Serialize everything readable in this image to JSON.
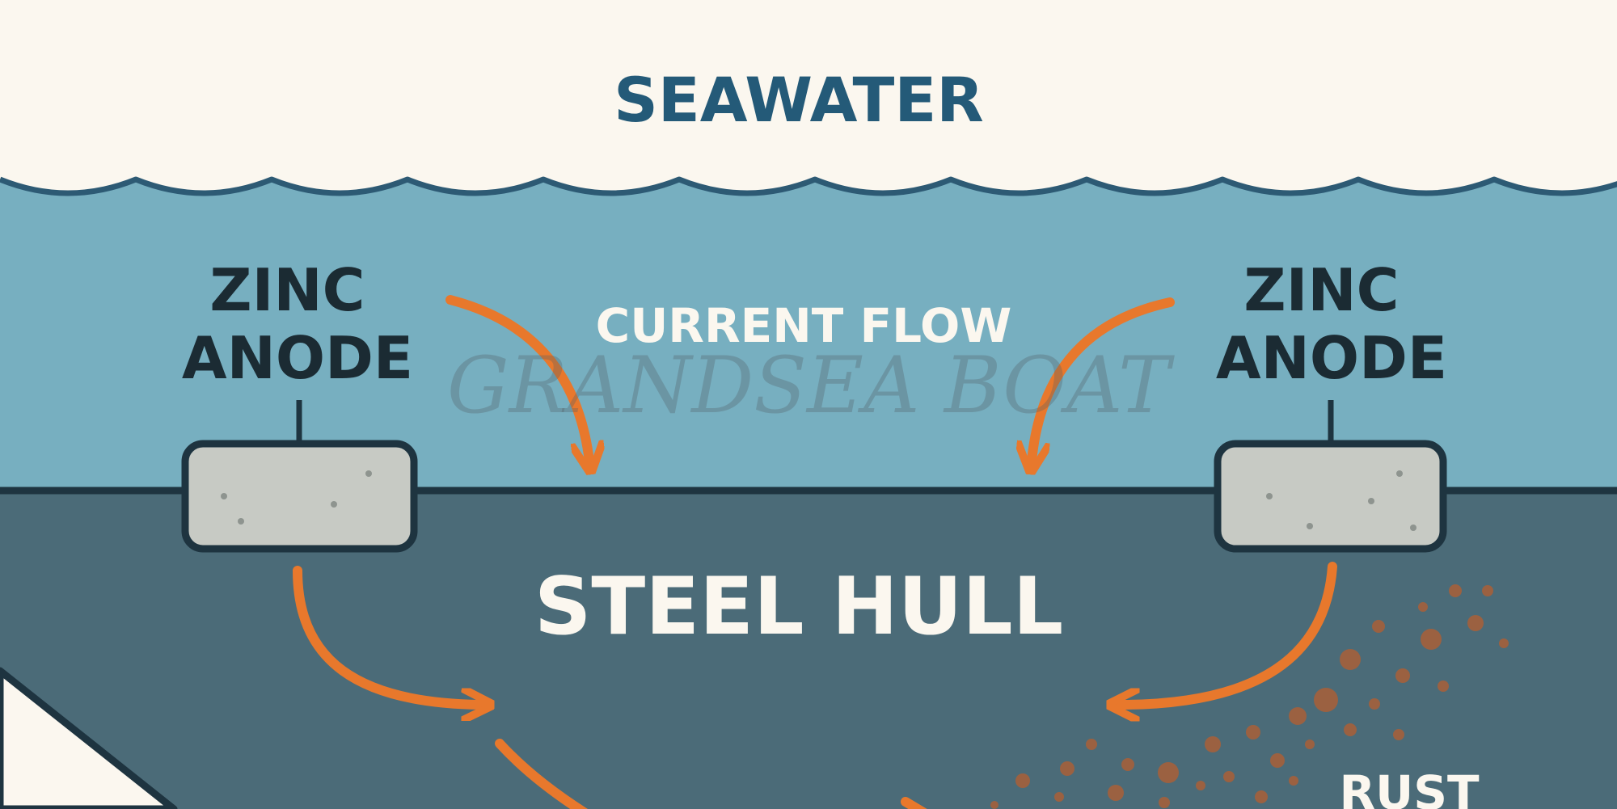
{
  "title": "SEAWATER",
  "labels": {
    "zinc_anode_left": [
      "ZINC",
      "ANODE"
    ],
    "zinc_anode_right": [
      "ZINC",
      "ANODE"
    ],
    "current_flow": "CURRENT FLOW",
    "steel_hull": "STEEL HULL",
    "rust": "RUST"
  },
  "watermark": "GRANDSEA BOAT",
  "colors": {
    "background": "#fbf7ef",
    "seawater": "#77afc0",
    "wave_outline": "#2d5a74",
    "hull": "#4b6b78",
    "outline": "#1e3440",
    "anode_fill": "#c7cac4",
    "arrow": "#e8782c",
    "rust": "#a4603c",
    "title_text": "#245a78",
    "dark_text": "#1b2b33",
    "light_text": "#fbf7ef"
  }
}
